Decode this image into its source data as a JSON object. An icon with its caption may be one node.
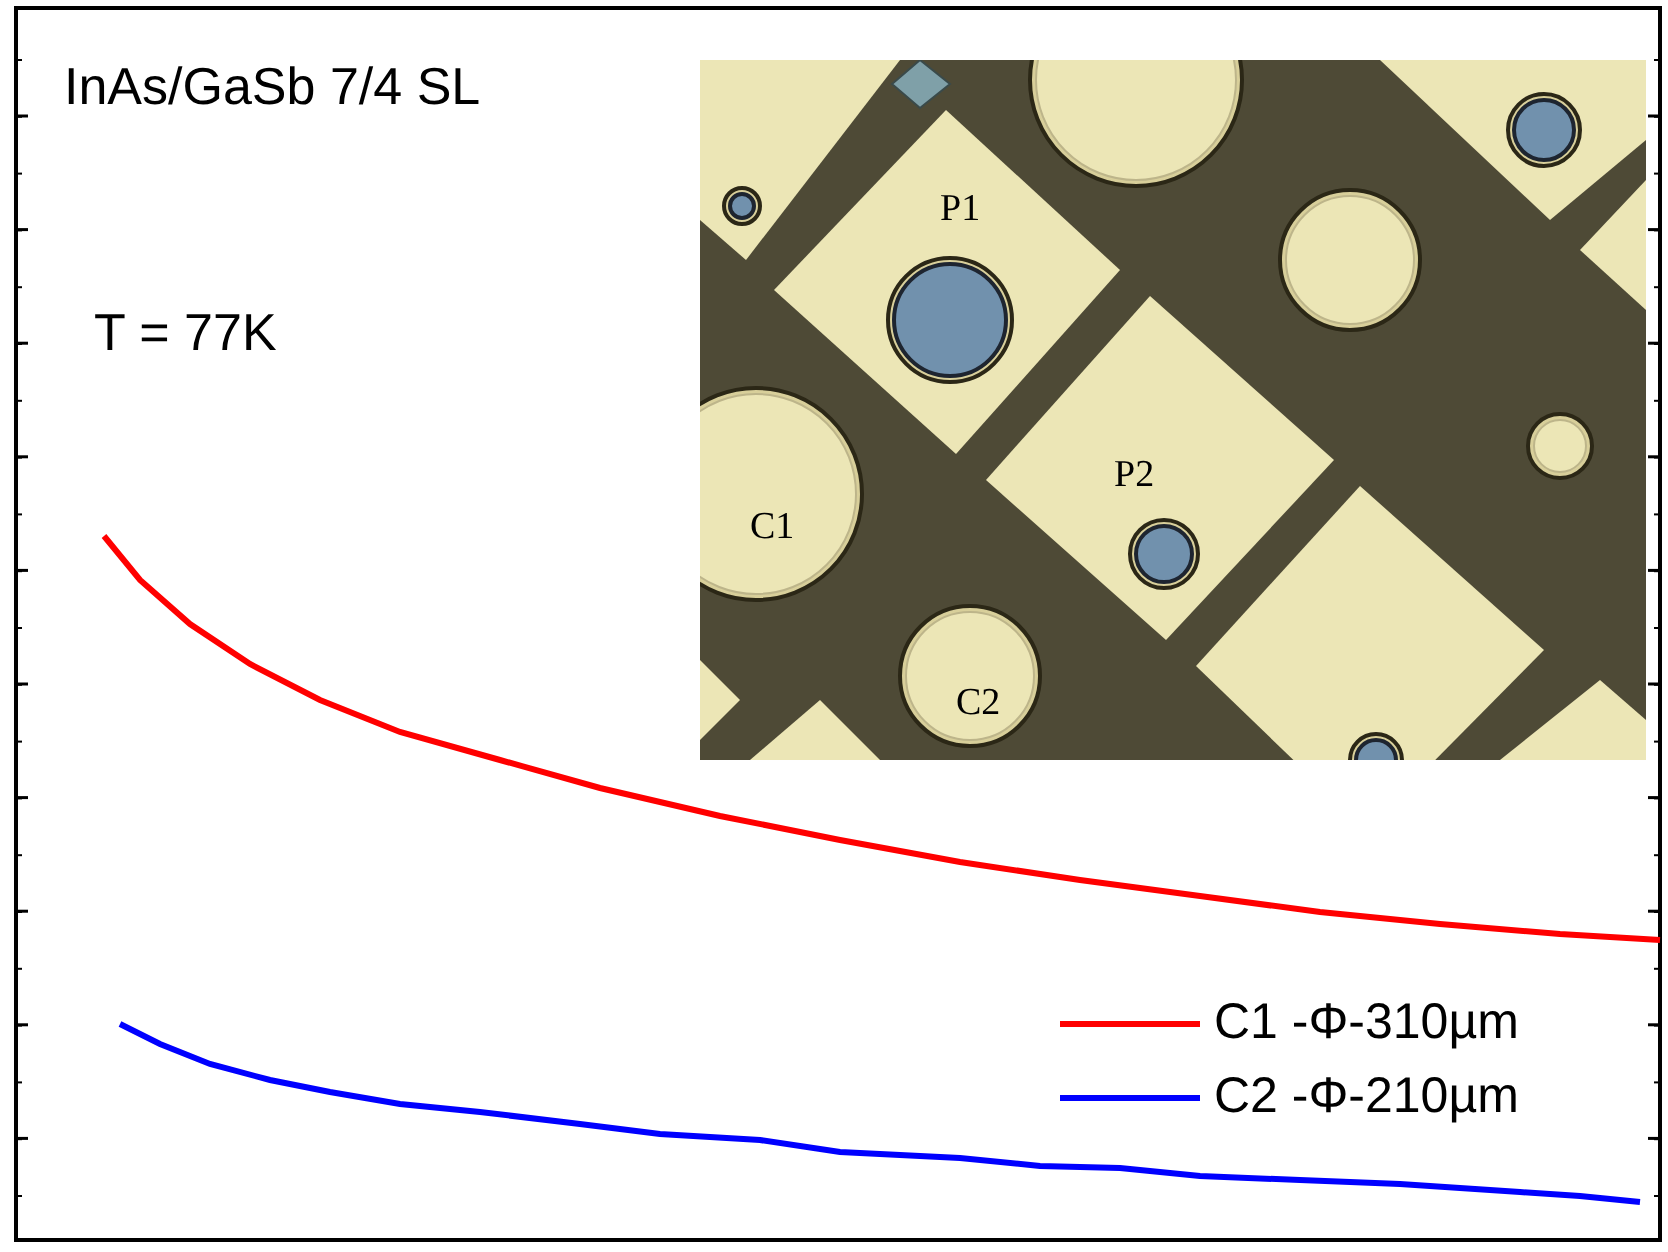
{
  "diagram": {
    "labels": [
      "InAs/GaSb 7/4 SL",
      "T = 77K",
      "P1",
      "P2",
      "C1",
      "C2"
    ],
    "legend": [
      {
        "text": "C1 -Φ-310µm"
      },
      {
        "text": "C2 -Φ-210µm"
      }
    ]
  }
}
